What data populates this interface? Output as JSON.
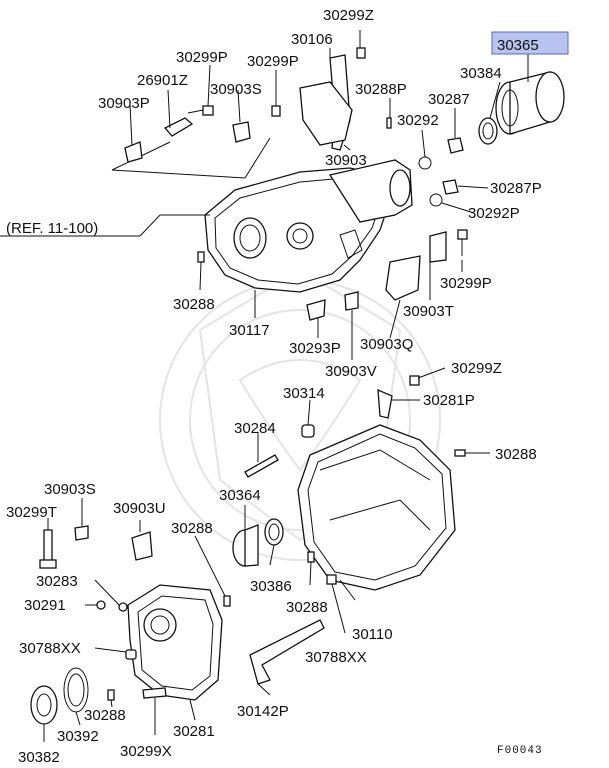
{
  "parts": [
    {
      "id": "p30299Z_top",
      "label": "30299Z",
      "highlighted": false
    },
    {
      "id": "p30106",
      "label": "30106",
      "highlighted": false
    },
    {
      "id": "p30365",
      "label": "30365",
      "highlighted": true
    },
    {
      "id": "p30299P_a",
      "label": "30299P",
      "highlighted": false
    },
    {
      "id": "p30299P_b",
      "label": "30299P",
      "highlighted": false
    },
    {
      "id": "p30384",
      "label": "30384",
      "highlighted": false
    },
    {
      "id": "p26901Z",
      "label": "26901Z",
      "highlighted": false
    },
    {
      "id": "p30903S_top",
      "label": "30903S",
      "highlighted": false
    },
    {
      "id": "p30288P",
      "label": "30288P",
      "highlighted": false
    },
    {
      "id": "p30287",
      "label": "30287",
      "highlighted": false
    },
    {
      "id": "p30903P",
      "label": "30903P",
      "highlighted": false
    },
    {
      "id": "p30292",
      "label": "30292",
      "highlighted": false
    },
    {
      "id": "p30903",
      "label": "30903",
      "highlighted": false
    },
    {
      "id": "p30287P",
      "label": "30287P",
      "highlighted": false
    },
    {
      "id": "p30292P",
      "label": "30292P",
      "highlighted": false
    },
    {
      "id": "p30299P_c",
      "label": "30299P",
      "highlighted": false
    },
    {
      "id": "p30288_a",
      "label": "30288",
      "highlighted": false
    },
    {
      "id": "p30903T",
      "label": "30903T",
      "highlighted": false
    },
    {
      "id": "p30117",
      "label": "30117",
      "highlighted": false
    },
    {
      "id": "p30293P",
      "label": "30293P",
      "highlighted": false
    },
    {
      "id": "p30903Q",
      "label": "30903Q",
      "highlighted": false
    },
    {
      "id": "p30903V",
      "label": "30903V",
      "highlighted": false
    },
    {
      "id": "p30299Z_mid",
      "label": "30299Z",
      "highlighted": false
    },
    {
      "id": "p30314",
      "label": "30314",
      "highlighted": false
    },
    {
      "id": "p30281P",
      "label": "30281P",
      "highlighted": false
    },
    {
      "id": "p30284",
      "label": "30284",
      "highlighted": false
    },
    {
      "id": "p30288_b",
      "label": "30288",
      "highlighted": false
    },
    {
      "id": "p30903S_low",
      "label": "30903S",
      "highlighted": false
    },
    {
      "id": "p30364",
      "label": "30364",
      "highlighted": false
    },
    {
      "id": "p30903U",
      "label": "30903U",
      "highlighted": false
    },
    {
      "id": "p30299T",
      "label": "30299T",
      "highlighted": false
    },
    {
      "id": "p30288_c",
      "label": "30288",
      "highlighted": false
    },
    {
      "id": "p30283",
      "label": "30283",
      "highlighted": false
    },
    {
      "id": "p30386",
      "label": "30386",
      "highlighted": false
    },
    {
      "id": "p30288_d",
      "label": "30288",
      "highlighted": false
    },
    {
      "id": "p30291",
      "label": "30291",
      "highlighted": false
    },
    {
      "id": "p30110",
      "label": "30110",
      "highlighted": false
    },
    {
      "id": "p30788XX_l",
      "label": "30788XX",
      "highlighted": false
    },
    {
      "id": "p30788XX_r",
      "label": "30788XX",
      "highlighted": false
    },
    {
      "id": "p30142P",
      "label": "30142P",
      "highlighted": false
    },
    {
      "id": "p30288_e",
      "label": "30288",
      "highlighted": false
    },
    {
      "id": "p30281",
      "label": "30281",
      "highlighted": false
    },
    {
      "id": "p30392",
      "label": "30392",
      "highlighted": false
    },
    {
      "id": "p30299X",
      "label": "30299X",
      "highlighted": false
    },
    {
      "id": "p30382",
      "label": "30382",
      "highlighted": false
    }
  ],
  "reference_label": "(REF. 11-100)",
  "figure_code": "F00043",
  "colors": {
    "highlight_fill": "#b9c3f0",
    "highlight_stroke": "#5a6ab8",
    "line": "#111111"
  }
}
